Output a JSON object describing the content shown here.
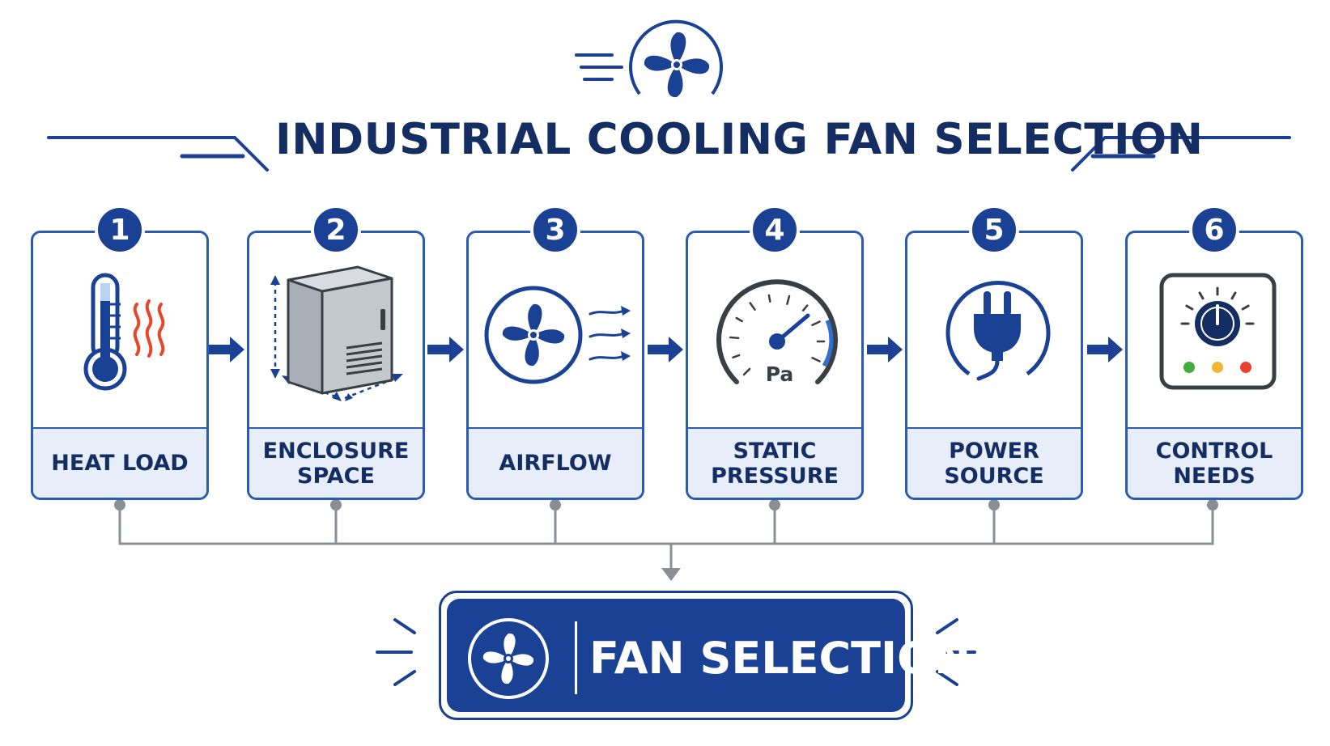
{
  "title": "INDUSTRIAL COOLING FAN SELECTION",
  "steps": [
    {
      "number": "1",
      "label": "HEAT LOAD",
      "icon": "thermometer-icon"
    },
    {
      "number": "2",
      "label": "ENCLOSURE\nSPACE",
      "icon": "enclosure-cabinet-icon"
    },
    {
      "number": "3",
      "label": "AIRFLOW",
      "icon": "fan-airflow-icon"
    },
    {
      "number": "4",
      "label": "STATIC\nPRESSURE",
      "icon": "pressure-gauge-icon"
    },
    {
      "number": "5",
      "label": "POWER\nSOURCE",
      "icon": "power-plug-icon"
    },
    {
      "number": "6",
      "label": "CONTROL\nNEEDS",
      "icon": "control-panel-icon"
    }
  ],
  "gauge_unit": "Pa",
  "result": {
    "label": "FAN SELECTION",
    "icon": "fan-icon"
  },
  "colors": {
    "primary": "#1a4193",
    "dark_text": "#142e63",
    "accent_red": "#e8462a",
    "connector_gray": "#8a8f96",
    "label_background": "#e7eef9",
    "indicator_green": "#3fae3f",
    "indicator_yellow": "#f2b632",
    "indicator_red": "#e8412f"
  }
}
